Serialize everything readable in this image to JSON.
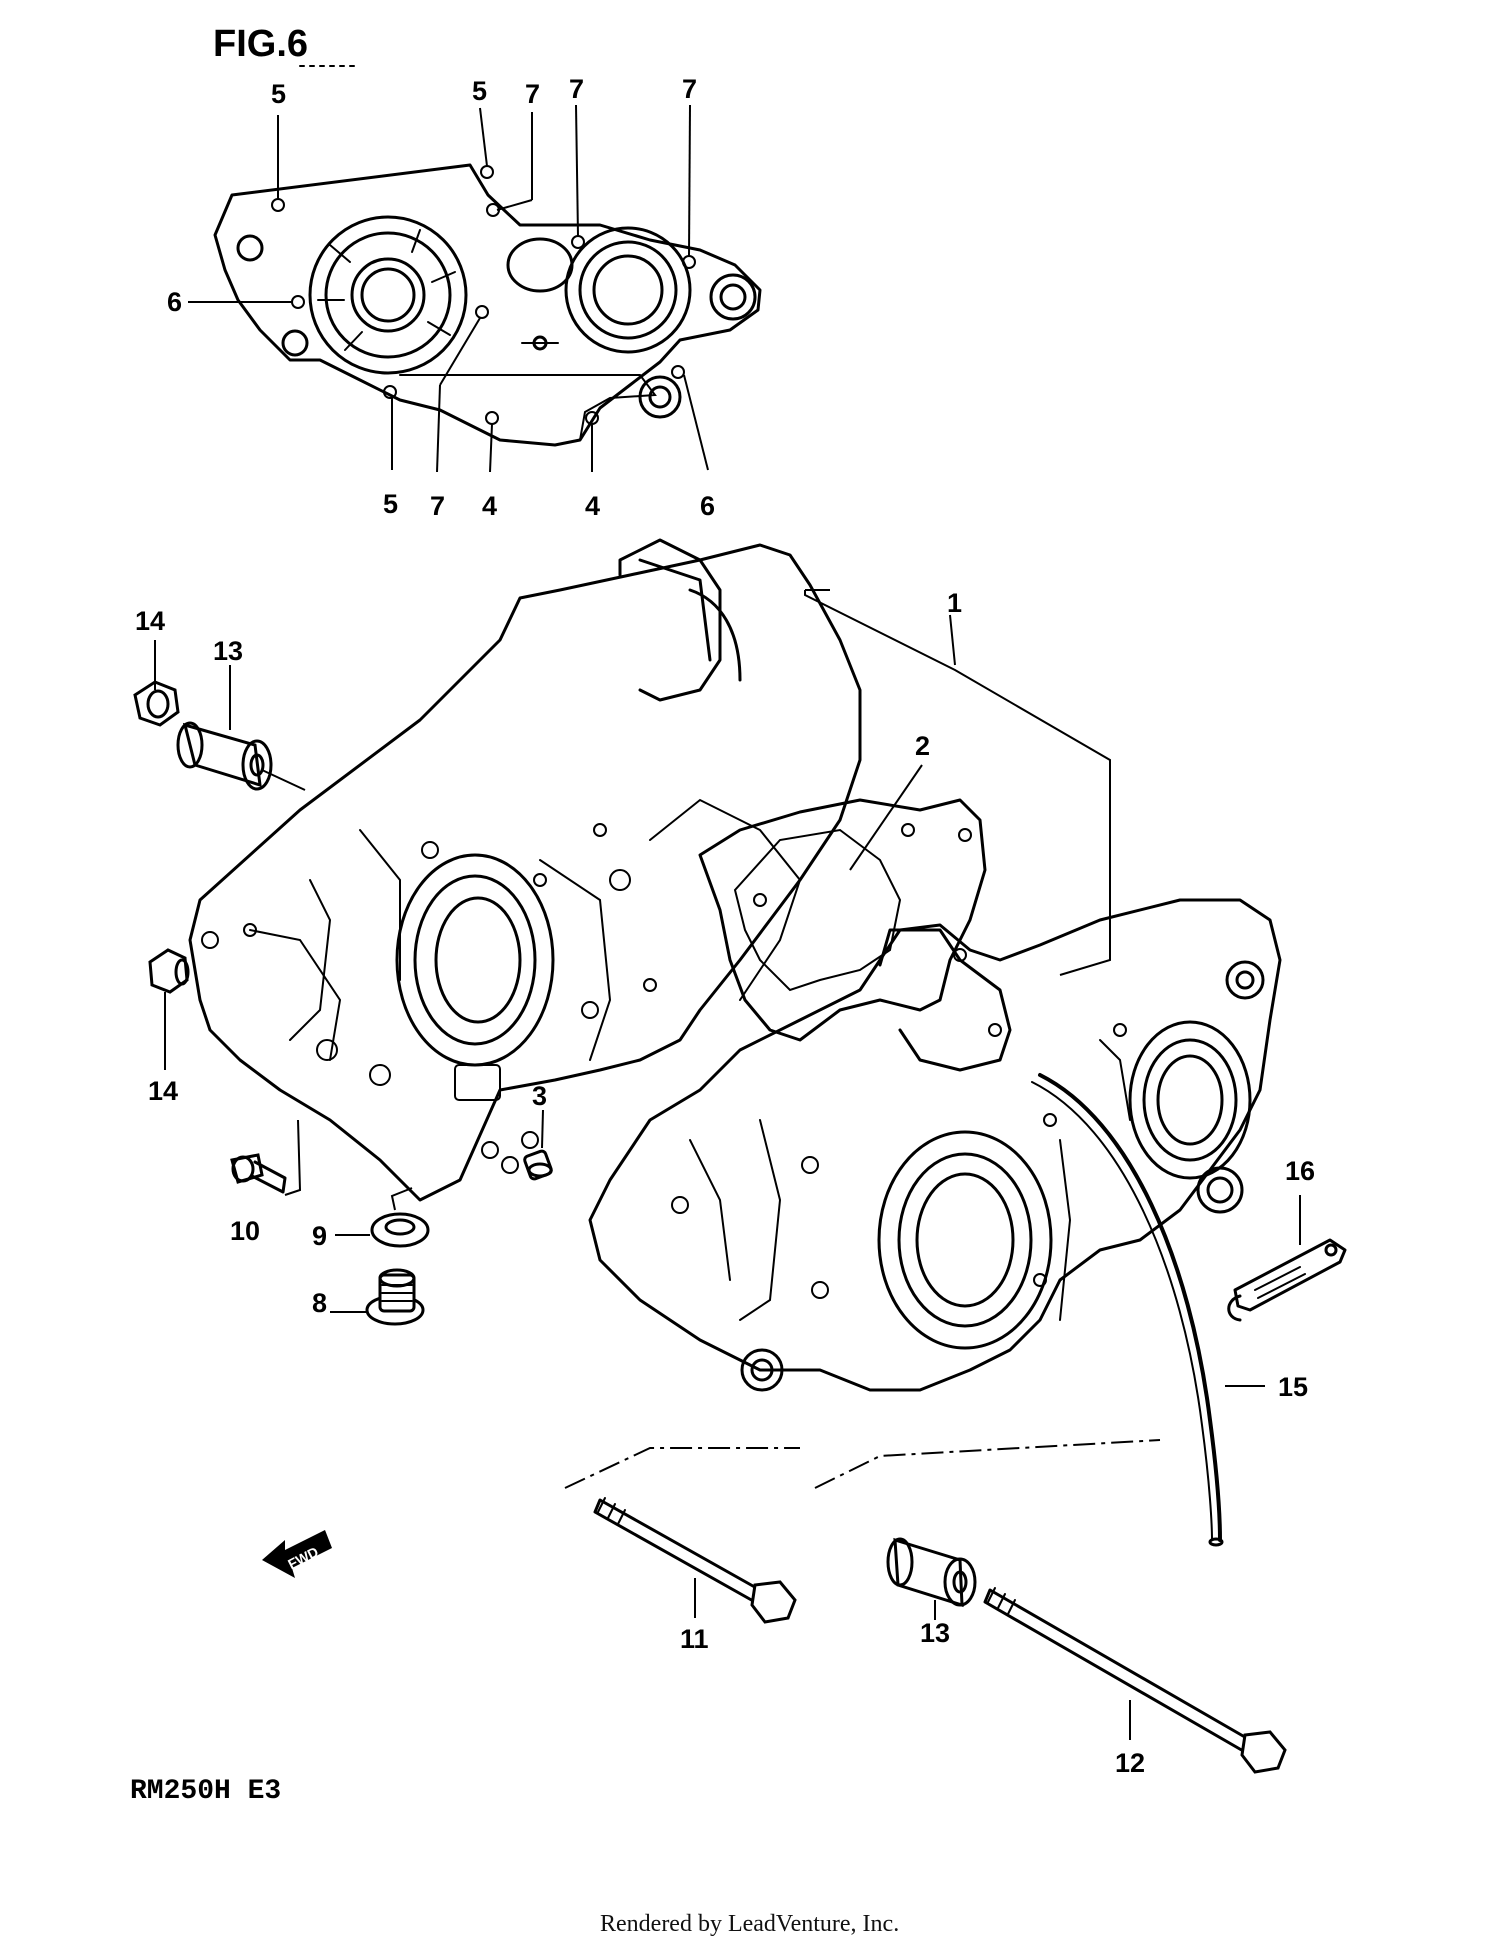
{
  "figure_title": "FIG.6",
  "model_code": "RM250H E3",
  "fwd_label": "FWD",
  "footer_credit": "Rendered by LeadVenture, Inc.",
  "callouts": {
    "top_5a": "5",
    "top_5b": "5",
    "top_7a": "7",
    "top_7b": "7",
    "top_7c": "7",
    "left_6": "6",
    "bot_5": "5",
    "bot_7": "7",
    "bot_4a": "4",
    "bot_4b": "4",
    "bot_6": "6",
    "p1": "1",
    "p2": "2",
    "p3": "3",
    "p8": "8",
    "p9": "9",
    "p10": "10",
    "p11": "11",
    "p12": "12",
    "p13_upper": "13",
    "p13_lower": "13",
    "p14_upper": "14",
    "p14_lower": "14",
    "p15": "15",
    "p16": "16"
  }
}
